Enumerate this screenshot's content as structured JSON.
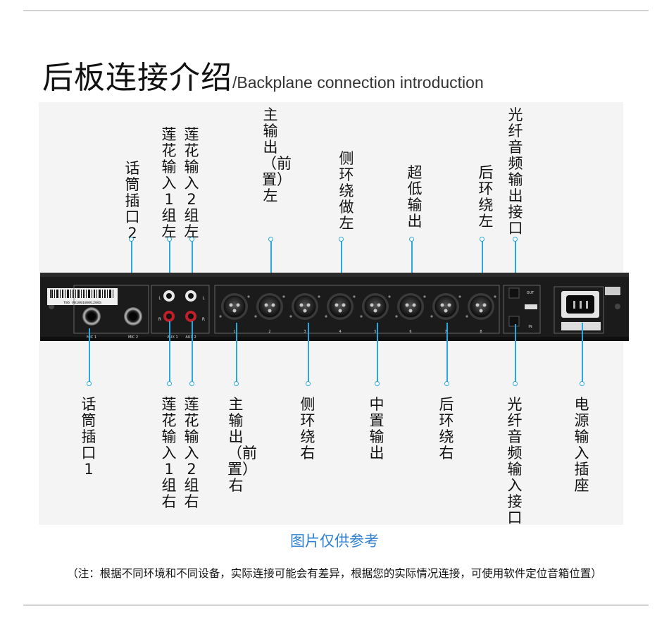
{
  "header": {
    "title_zh": "后板连接介绍",
    "title_en": "/Backplane connection introduction"
  },
  "labels_top": {
    "mic2": "话筒插口2",
    "aux1_left": "莲花输入1组左",
    "aux2_left": "莲花输入2组左",
    "main_left": "主输出（前置）左",
    "side_left": "侧环绕做左",
    "sub": "超低输出",
    "rear_left": "后环绕左",
    "optical_out": "光纤音频输出接口"
  },
  "labels_bottom": {
    "mic1": "话筒插口1",
    "aux1_right": "莲花输入1组右",
    "aux2_right": "莲花输入2组右",
    "main_right": "主输出（前置）右",
    "side_right": "侧环绕右",
    "center": "中置输出",
    "rear_right": "后环绕右",
    "optical_in": "光纤音频输入接口",
    "power": "电源输入插座"
  },
  "device": {
    "mic1_label": "MIC 1",
    "mic2_label": "MIC 2",
    "aux1_label": "AUX 1",
    "aux2_label": "AUX 2",
    "l_mark": "L",
    "r_mark": "R",
    "xlr_numbers": [
      "1",
      "2",
      "3",
      "4",
      "5",
      "6",
      "7",
      "8"
    ],
    "out_label": "OUT",
    "in_label": "IN",
    "barcode_text": "T86 V010018091200S"
  },
  "caption": "图片仅供参考",
  "note": "（注：根据不同环境和不同设备，实际连接可能会有差异，根据您的实际情况连接，可使用软件定位音箱位置）",
  "colors": {
    "accent_line": "#29a8e0",
    "caption_blue": "#2f80d0",
    "panel_black": "#1b1b1b"
  }
}
